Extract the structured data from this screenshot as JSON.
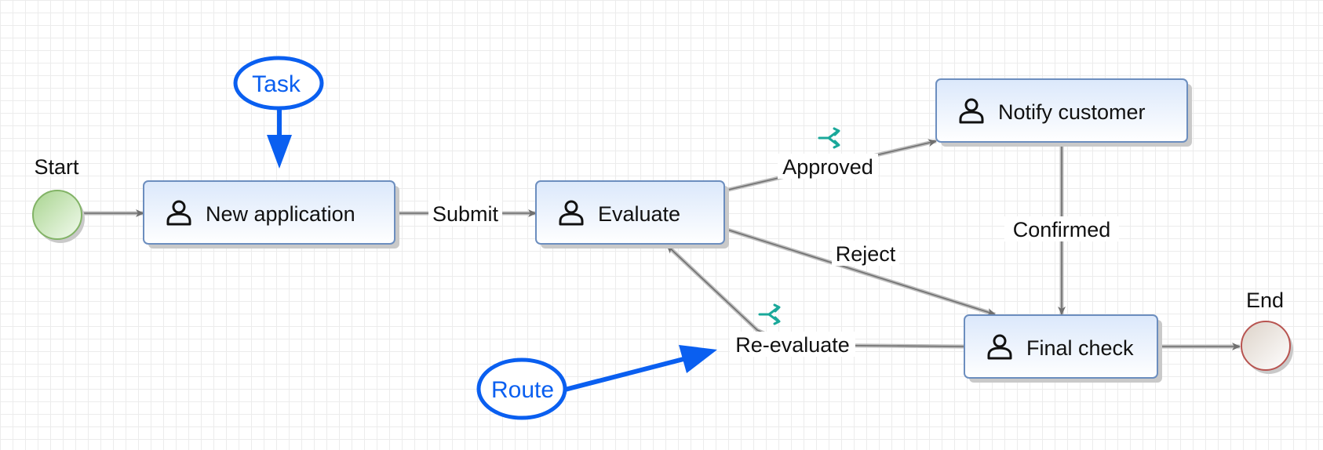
{
  "diagram": {
    "events": {
      "start": {
        "label": "Start"
      },
      "end": {
        "label": "End"
      }
    },
    "tasks": {
      "new_application": {
        "label": "New application",
        "icon": "user-icon"
      },
      "evaluate": {
        "label": "Evaluate",
        "icon": "user-icon"
      },
      "notify_customer": {
        "label": "Notify customer",
        "icon": "user-icon"
      },
      "final_check": {
        "label": "Final check",
        "icon": "user-icon"
      }
    },
    "routes": {
      "submit": "Submit",
      "approved": "Approved",
      "reject": "Reject",
      "confirmed": "Confirmed",
      "reevaluate": "Re-evaluate"
    },
    "callouts": {
      "task": "Task",
      "route": "Route"
    },
    "colors": {
      "callout": "#0a5ff0",
      "task_fill_top": "#dde9fb",
      "task_border": "#6c8ebf",
      "start_fill": "#b7dca2",
      "end_fill": "#e6ded8",
      "end_border": "#b85450",
      "edge": "#6f6f6f",
      "condition_icon": "#1aa89a"
    }
  }
}
